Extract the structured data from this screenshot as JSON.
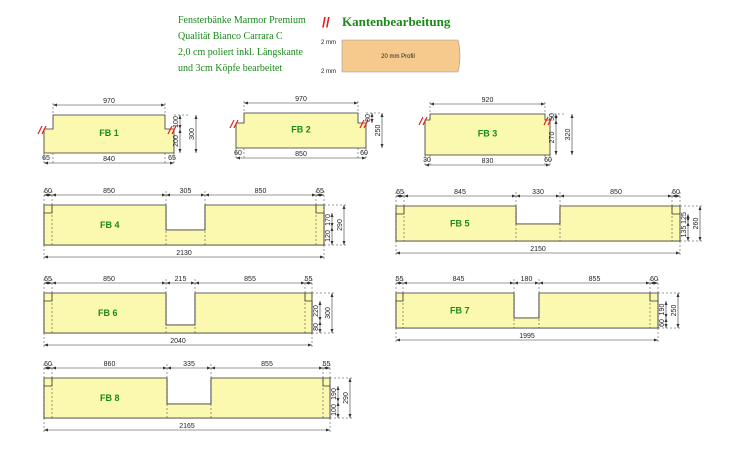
{
  "header": {
    "lines": [
      "Fensterbänke Marmor Premium",
      "Qualität Bianco Carrara C",
      "2,0 cm poliert inkl. Längskante",
      "und 3cm Köpfe bearbeitet"
    ]
  },
  "edge": {
    "title": "Kantenbearbeitung",
    "marker": "//",
    "top_label": "2 mm",
    "bottom_label": "2 mm",
    "profile_label": "20 mm Profil"
  },
  "colors": {
    "fill": "#fbf8b0",
    "line": "#333333",
    "label": "#1a8a1a",
    "edge_marker": "#e02020",
    "profile": "#f6c98d"
  },
  "pieces": [
    {
      "label": "FB 1",
      "dims": [
        "970",
        "65",
        "840",
        "65",
        "100",
        "200",
        "300"
      ]
    },
    {
      "label": "FB 2",
      "dims": [
        "970",
        "60",
        "850",
        "60",
        "80",
        "250"
      ]
    },
    {
      "label": "FB 3",
      "dims": [
        "920",
        "30",
        "830",
        "60",
        "50",
        "270",
        "320"
      ]
    },
    {
      "label": "FB 4",
      "dims": [
        "60",
        "850",
        "305",
        "850",
        "65",
        "2130",
        "170",
        "120",
        "290"
      ]
    },
    {
      "label": "FB 5",
      "dims": [
        "65",
        "845",
        "330",
        "850",
        "60",
        "2150",
        "125",
        "135",
        "260"
      ]
    },
    {
      "label": "FB 6",
      "dims": [
        "65",
        "850",
        "215",
        "855",
        "55",
        "2040",
        "220",
        "80",
        "300"
      ]
    },
    {
      "label": "FB 7",
      "dims": [
        "55",
        "845",
        "180",
        "855",
        "60",
        "1995",
        "190",
        "60",
        "250"
      ]
    },
    {
      "label": "FB 8",
      "dims": [
        "60",
        "860",
        "335",
        "855",
        "55",
        "2165",
        "190",
        "100",
        "290"
      ]
    }
  ]
}
